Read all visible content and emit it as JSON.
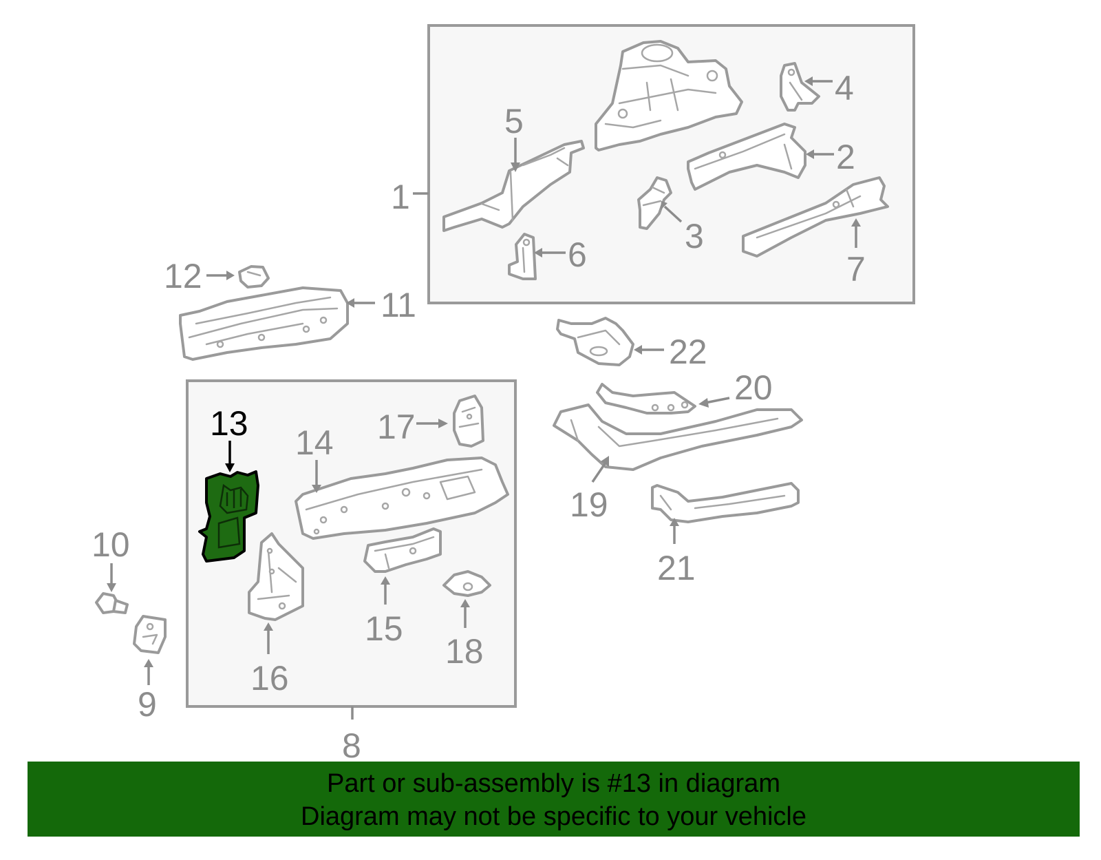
{
  "diagram": {
    "highlighted_part": "13",
    "callouts": {
      "c1": "1",
      "c2": "2",
      "c3": "3",
      "c4": "4",
      "c5": "5",
      "c6": "6",
      "c7": "7",
      "c8": "8",
      "c9": "9",
      "c10": "10",
      "c11": "11",
      "c12": "12",
      "c13": "13",
      "c14": "14",
      "c15": "15",
      "c16": "16",
      "c17": "17",
      "c18": "18",
      "c19": "19",
      "c20": "20",
      "c21": "21",
      "c22": "22"
    }
  },
  "banner": {
    "line1": "Part or sub-assembly is #13 in diagram",
    "line2": "Diagram may not be specific to your vehicle"
  },
  "colors": {
    "highlight": "#1e6b12",
    "banner_bg": "#14690a",
    "line_gray": "#9a9a9a"
  }
}
